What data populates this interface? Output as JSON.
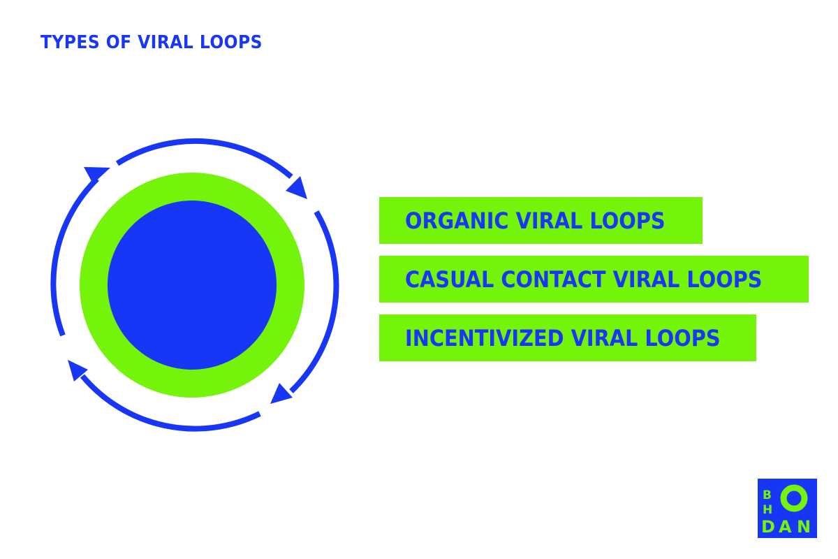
{
  "title": "TYPES OF VIRAL LOOPS",
  "loop_types": [
    {
      "label": "ORGANIC VIRAL LOOPS"
    },
    {
      "label": "CASUAL CONTACT VIRAL LOOPS"
    },
    {
      "label": "INCENTIVIZED VIRAL LOOPS"
    }
  ],
  "logo": {
    "text": "BOHDAN",
    "letters": [
      "B",
      "H",
      "O",
      "D",
      "A",
      "N"
    ]
  },
  "colors": {
    "blue": "#1836f5",
    "green": "#74f40a",
    "background": "#ffffff"
  }
}
